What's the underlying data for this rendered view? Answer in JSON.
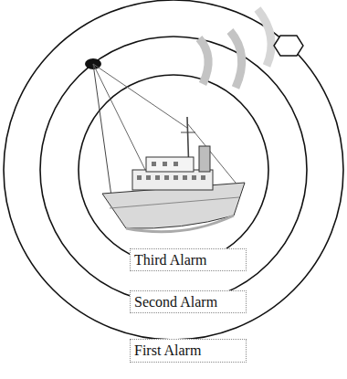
{
  "diagram": {
    "nodes": [
      {
        "text": [
          "Third Alarm"
        ]
      },
      {
        "text": [
          "Second Alarm"
        ]
      },
      {
        "text": [
          "First Alarm"
        ]
      }
    ]
  }
}
